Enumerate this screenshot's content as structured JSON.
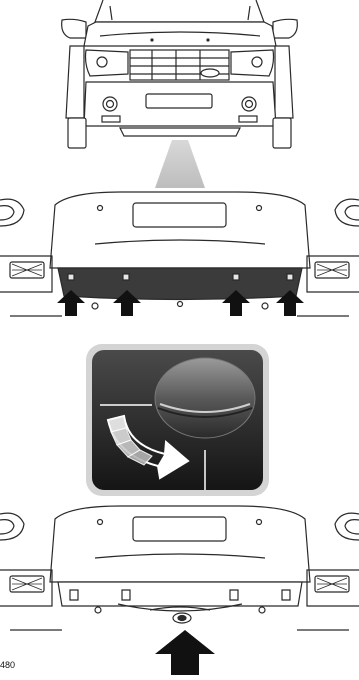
{
  "figure": {
    "reference_number": "480",
    "panels": [
      "vehicle-front-view",
      "bumper-cover-removal-clips",
      "clip-rotation-detail",
      "bumper-towing-eye-access"
    ],
    "arrows": {
      "clip_arrows": 4,
      "towing_eye_arrow": 1
    },
    "colors": {
      "line": "#2a2a2a",
      "cover_strip": "#3b3b3b",
      "inset_bg": "#2c2c2c",
      "inset_border": "#cfcfcf",
      "rotation_arrow": "#ffffff"
    }
  }
}
